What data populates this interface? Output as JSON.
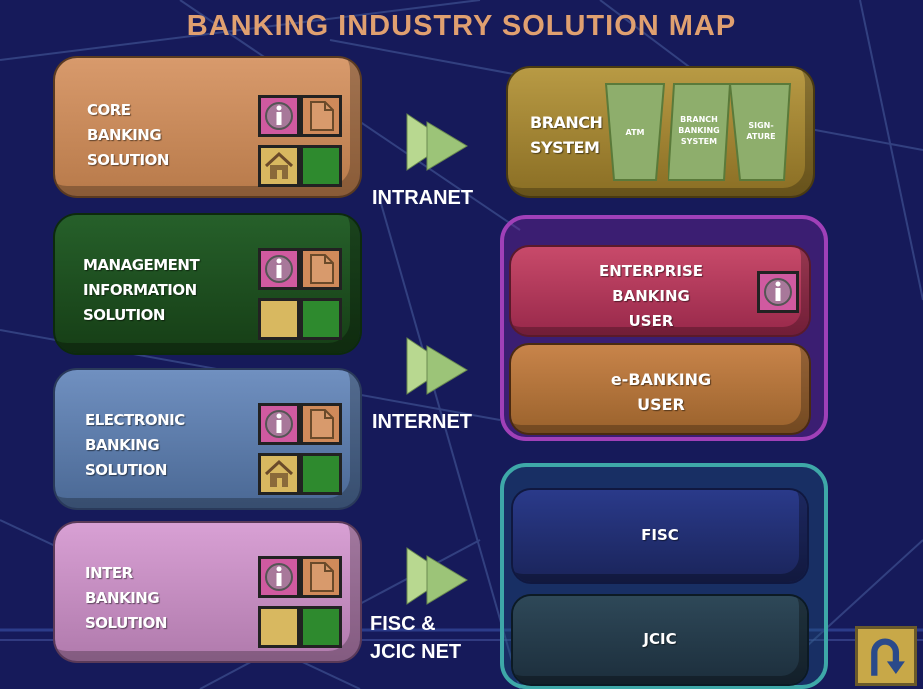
{
  "title": "BANKING INDUSTRY SOLUTION MAP",
  "colors": {
    "title": "#e0a070",
    "background": "#161a5a",
    "core": "#c68a5c",
    "management": "#1f4f1c",
    "electronic": "#5a78a8",
    "inter": "#c890c4",
    "branch": "#a88a36",
    "enterprise": "#b23a5a",
    "ebanking": "#b8763c",
    "fisc_group_border": "#3ea8a8",
    "arrow": "#b8d890"
  },
  "solutions": [
    {
      "label": "CORE\nBANKING\nSOLUTION",
      "tiles": [
        "info-icon",
        "document-icon",
        "home-icon",
        "green-tile"
      ]
    },
    {
      "label": "MANAGEMENT\nINFORMATION\nSOLUTION",
      "tiles": [
        "info-icon",
        "document-icon",
        "blank-tile",
        "green-tile"
      ]
    },
    {
      "label": "ELECTRONIC\nBANKING\nSOLUTION",
      "tiles": [
        "info-icon",
        "document-icon",
        "home-icon",
        "green-tile"
      ]
    },
    {
      "label": "INTER\nBANKING\nSOLUTION",
      "tiles": [
        "info-icon",
        "document-icon",
        "blank-tile",
        "green-tile"
      ]
    }
  ],
  "networks": [
    {
      "label": "INTRANET"
    },
    {
      "label": "INTERNET"
    },
    {
      "label": "FISC &\nJCIC NET"
    }
  ],
  "branch": {
    "label": "BRANCH\nSYSTEM",
    "items": [
      "ATM",
      "BRANCH\nBANKING\nSYSTEM",
      "SIGN-\nATURE"
    ]
  },
  "enterprise": {
    "label": "ENTERPRISE\nBANKING\nUSER"
  },
  "ebanking": {
    "label": "e-BANKING\nUSER"
  },
  "fisc": {
    "label": "FISC"
  },
  "jcic": {
    "label": "JCIC"
  },
  "back_button": {
    "icon": "u-turn-icon"
  }
}
